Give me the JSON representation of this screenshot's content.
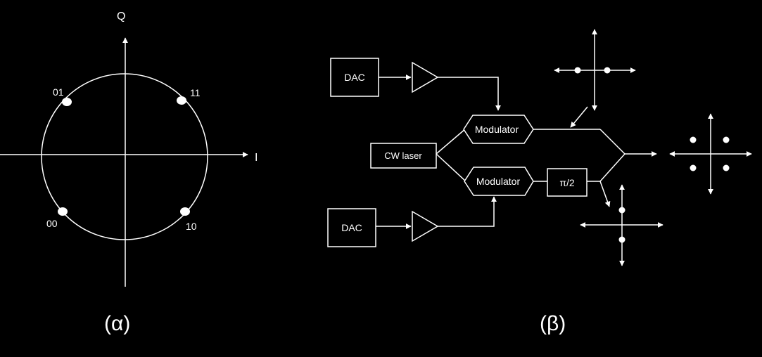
{
  "constellation": {
    "axis_i_label": "I",
    "axis_q_label": "Q",
    "points": [
      {
        "label": "01"
      },
      {
        "label": "11"
      },
      {
        "label": "00"
      },
      {
        "label": "10"
      }
    ],
    "caption": "(α)"
  },
  "transmitter": {
    "dac_top_label": "DAC",
    "dac_bottom_label": "DAC",
    "laser_label": "CW laser",
    "modulator_top_label": "Modulator",
    "modulator_bottom_label": "Modulator",
    "phase_shift_label": "π/2",
    "caption": "(β)"
  },
  "colors": {
    "background": "#000000",
    "foreground": "#ffffff"
  }
}
